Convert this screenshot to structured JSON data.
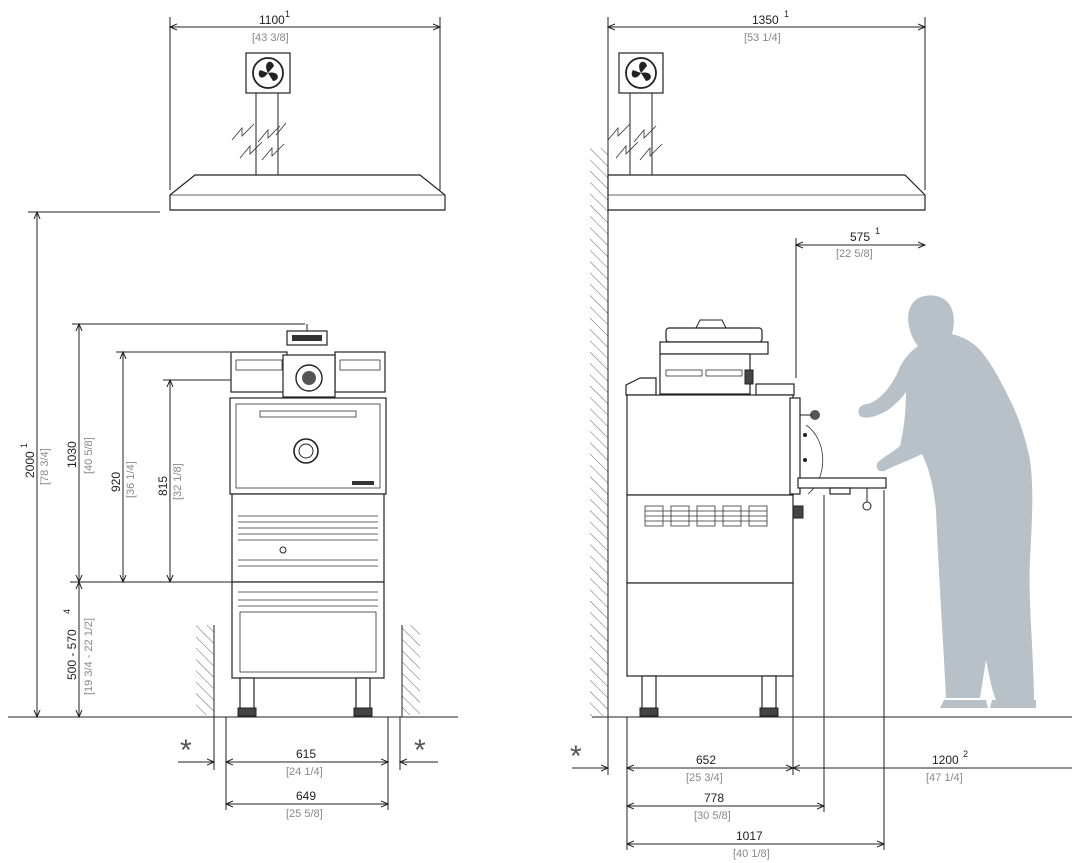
{
  "front": {
    "width_hood": {
      "mm": "1100",
      "inch": "[43 3/8]",
      "note": "1"
    },
    "height_hood": {
      "mm": "2000",
      "inch": "[78 3/4]",
      "note": "1"
    },
    "height_total": {
      "mm": "1030",
      "inch": "[40 5/8]"
    },
    "height_920": {
      "mm": "920",
      "inch": "[36 1/4]"
    },
    "height_815": {
      "mm": "815",
      "inch": "[32 1/8]"
    },
    "height_stand": {
      "mm": "500 - 570",
      "inch": "[19 3/4 - 22 1/2]",
      "note": "4"
    },
    "width_615": {
      "mm": "615",
      "inch": "[24 1/4]"
    },
    "width_649": {
      "mm": "649",
      "inch": "[25 5/8]"
    },
    "asterisk_left": "*",
    "asterisk_right": "*"
  },
  "side": {
    "width_hood": {
      "mm": "1350",
      "inch": "[53 1/4]",
      "note": "1"
    },
    "overhang": {
      "mm": "575",
      "inch": "[22 5/8]",
      "note": "1"
    },
    "depth_652": {
      "mm": "652",
      "inch": "[25 3/4]"
    },
    "depth_778": {
      "mm": "778",
      "inch": "[30 5/8]"
    },
    "depth_1017": {
      "mm": "1017",
      "inch": "[40 1/8]"
    },
    "clearance": {
      "mm": "1200",
      "inch": "[47 1/4]",
      "note": "2"
    },
    "asterisk": "*"
  },
  "colors": {
    "figure": "#b8c0c8",
    "ink": "#222222",
    "inch_text": "#888888"
  },
  "icons": {
    "fan": "fan-icon",
    "person": "operator-silhouette"
  }
}
